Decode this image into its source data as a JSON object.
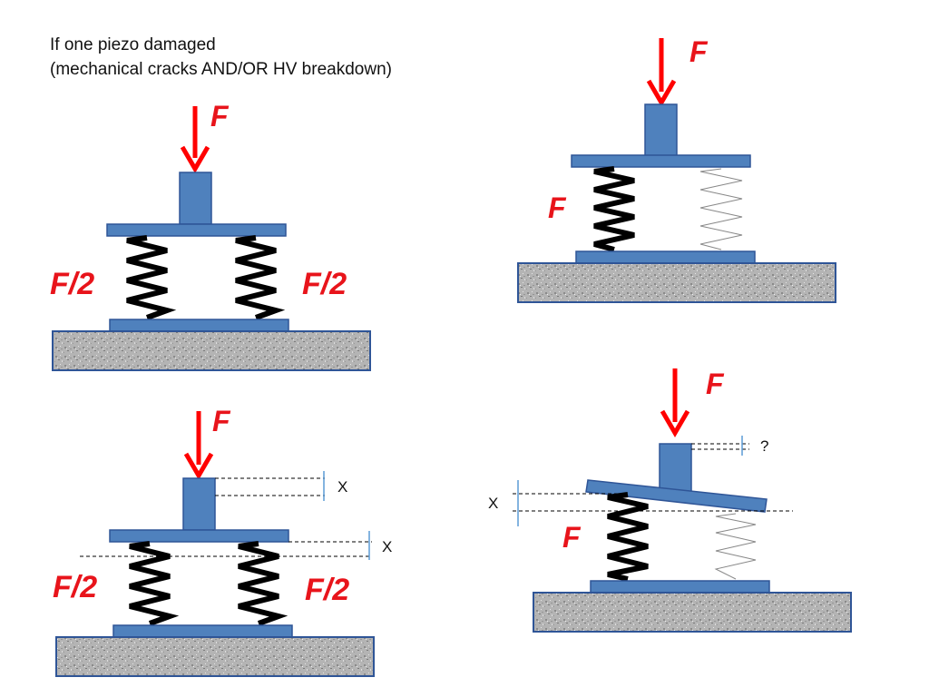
{
  "title": {
    "line1": "If one piezo damaged",
    "line2": "(mechanical cracks AND/OR HV breakdown)"
  },
  "colors": {
    "force_arrow": "#ff0000",
    "force_text": "#e8141b",
    "plate_fill": "#4f81bd",
    "plate_stroke": "#2f5597",
    "spring_active": "#000000",
    "spring_damaged": "#888888",
    "ground_fill": "#a6a6a6",
    "dimension_line": "#5b9bd5"
  },
  "panels": {
    "top_left": {
      "force": "F",
      "left_load": "F/2",
      "right_load": "F/2"
    },
    "top_right": {
      "force": "F",
      "spring_load": "F"
    },
    "bottom_left": {
      "force": "F",
      "left_load": "F/2",
      "right_load": "F/2",
      "disp_top": "X",
      "disp_plate": "X"
    },
    "bottom_right": {
      "force": "F",
      "spring_load": "F",
      "disp_left": "X",
      "disp_right": "?"
    }
  },
  "icons": [
    "force-arrow-icon",
    "spring-icon",
    "ground-block-icon"
  ]
}
